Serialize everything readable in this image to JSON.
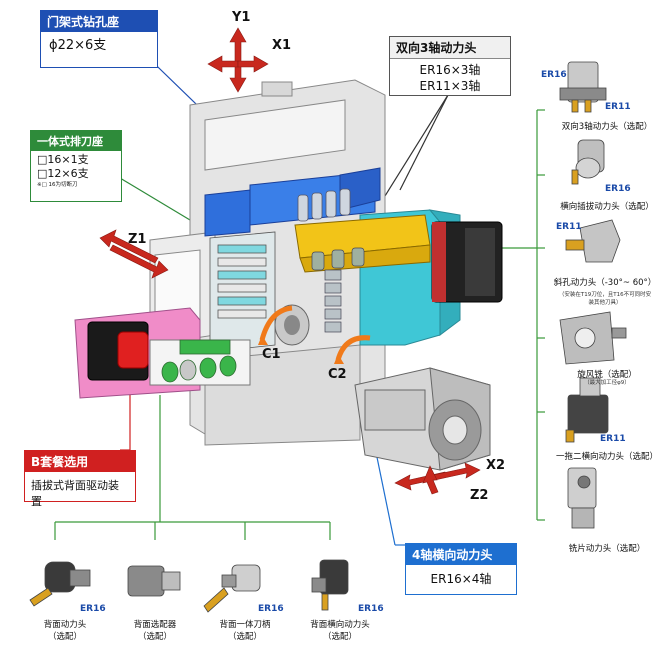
{
  "axes": {
    "y1": "Y1",
    "x1": "X1",
    "z1": "Z1",
    "c1": "C1",
    "c2": "C2",
    "x2": "X2",
    "z2": "Z2"
  },
  "gantry": {
    "title": "门架式钻孔座",
    "spec": "ϕ22×6支",
    "title_color": "#1e4fb3"
  },
  "gang": {
    "title": "一体式排刀座",
    "lines": [
      "□16×1支",
      "□12×6支"
    ],
    "note": "※□ 16为切断刀",
    "title_color": "#2e8b3a"
  },
  "twin": {
    "title": "双向3轴动力头",
    "lines": [
      "ER16×3轴",
      "ER11×3轴"
    ]
  },
  "bset": {
    "title": "B套餐选用",
    "spec": "插拔式背面驱动装置",
    "title_color": "#d02020"
  },
  "four": {
    "title": "4轴横向动力头",
    "spec": "ER16×4轴",
    "title_color": "#1e6fd0"
  },
  "right_items": [
    {
      "name": "双向3轴动力头（选配）",
      "er": [
        "ER16",
        "ER11"
      ]
    },
    {
      "name": "横向插拔动力头（选配）",
      "er": [
        "ER16"
      ]
    },
    {
      "name": "斜孔动力头（-30°~ 60°）",
      "er": [
        "ER11"
      ],
      "note": [
        "（安装在T19刀位，且T16不可同时安",
        "装其他刀具）"
      ]
    },
    {
      "name": "旋风铣（选配）",
      "note": [
        "（最大加工径φ9）"
      ]
    },
    {
      "name": "一拖二横向动力头（选配）",
      "er": [
        "ER11"
      ]
    },
    {
      "name": "铣片动力头（选配）"
    }
  ],
  "bottom_items": [
    {
      "name": [
        "背面动力头",
        "（选配）"
      ],
      "er": "ER16"
    },
    {
      "name": [
        "背面选配器",
        "（选配）"
      ]
    },
    {
      "name": [
        "背面一体刀柄",
        "（选配）"
      ],
      "er": "ER16"
    },
    {
      "name": [
        "背面横向动力头",
        "（选配）"
      ],
      "er": "ER16"
    }
  ],
  "colors": {
    "blue": "#2f6fdc",
    "cyan": "#3fc7d6",
    "yellow": "#f2c418",
    "pink": "#f08cc8",
    "green_line": "#3a9a3a",
    "red": "#d02020",
    "orange": "#f07a1a"
  }
}
